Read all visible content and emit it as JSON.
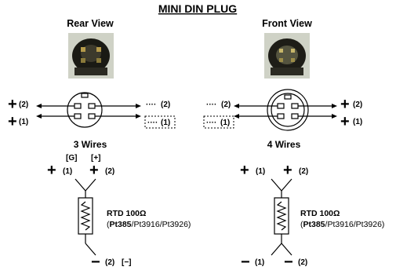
{
  "title": "MINI DIN PLUG",
  "rear": {
    "view_label": "Rear View",
    "pin_left_top": "(2)",
    "pin_left_bottom": "(1)",
    "pin_right_top": "(2)",
    "pin_right_bottom": "(1)",
    "sign_plus": "+",
    "dots": "····",
    "wires_label": "3 Wires",
    "g_label": "[G]",
    "plus_bracket": "[+]",
    "top_left_num": "(1)",
    "top_right_num": "(2)",
    "rtd_label": "RTD 100Ω",
    "rtd_bold": "Pt385",
    "rtd_rest": "/Pt3916/Pt3926)",
    "rtd_open": "(",
    "bottom_num": "(2)",
    "bottom_bracket": "[−]",
    "minus": "−"
  },
  "front": {
    "view_label": "Front View",
    "pin_left_top": "(2)",
    "pin_left_bottom": "(1)",
    "pin_right_top": "(2)",
    "pin_right_bottom": "(1)",
    "sign_plus": "+",
    "dots": "····",
    "wires_label": "4 Wires",
    "top_left_num": "(1)",
    "top_right_num": "(2)",
    "rtd_label": "RTD 100Ω",
    "rtd_bold": "Pt385",
    "rtd_rest": "/Pt3916/Pt3926)",
    "rtd_open": "(",
    "bottom_left_num": "(1)",
    "bottom_right_num": "(2)",
    "minus": "−"
  }
}
